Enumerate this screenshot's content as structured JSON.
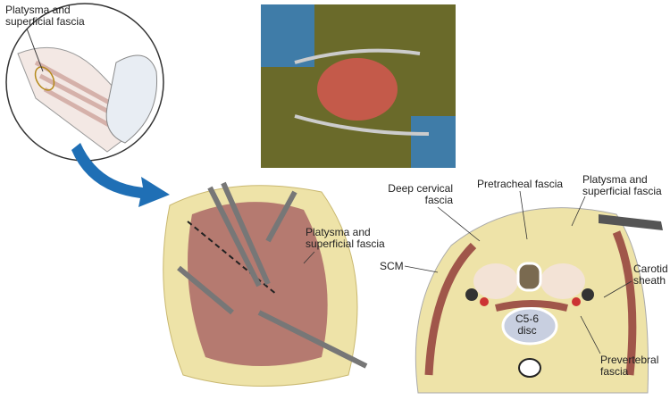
{
  "labels": {
    "inset_platysma_1": "Platysma and",
    "inset_platysma_2": "superficial fascia",
    "incision_platysma_1": "Platysma and",
    "incision_platysma_2": "superficial fascia",
    "deep_cervical_1": "Deep cervical",
    "deep_cervical_2": "fascia",
    "pretracheal": "Pretracheal fascia",
    "section_platysma_1": "Platysma and",
    "section_platysma_2": "superficial fascia",
    "scm": "SCM",
    "carotid_1": "Carotid",
    "carotid_2": "sheath",
    "disc_1": "C5-6",
    "disc_2": "disc",
    "prevertebral_1": "Prevertebral",
    "prevertebral_2": "fascia"
  },
  "colors": {
    "arrow": "#1f6fb5",
    "muscle": "#a0564a",
    "fat": "#eee3a8",
    "photo_bg": "#6a6a2a"
  }
}
